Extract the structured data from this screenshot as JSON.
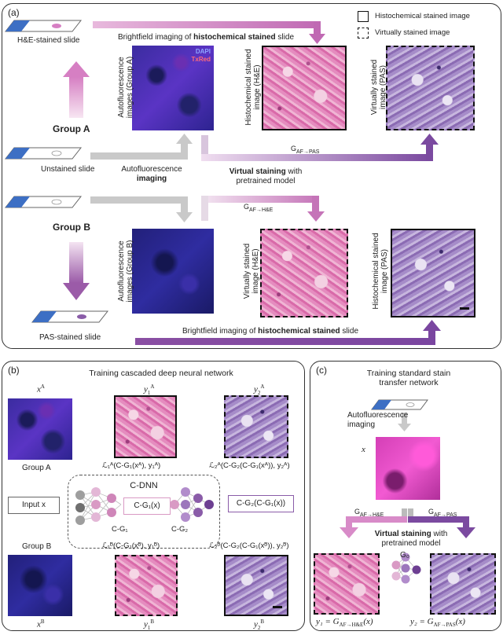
{
  "panel_a": {
    "label": "(a)",
    "slide_he": "H&E-stained slide",
    "slide_unstained": "Unstained slide",
    "slide_pas": "PAS-stained slide",
    "group_a": "Group A",
    "group_b": "Group B",
    "brightfield_top_prefix": "Brightfield imaging of ",
    "brightfield_top_bold": "histochemical stained",
    "brightfield_top_suffix": " slide",
    "brightfield_bottom_prefix": "Brightfield imaging of ",
    "brightfield_bottom_bold": "histochemical stained",
    "brightfield_bottom_suffix": " slide",
    "af_imaging_1": "Autofluorescence",
    "af_imaging_2": "imaging",
    "vs_bold": "Virtual staining",
    "vs_rest": " with",
    "vs_line2": "pretrained model",
    "g_af_pas": "G",
    "g_af_pas_sub": "AF→PAS",
    "g_af_he": "G",
    "g_af_he_sub": "AF→H&E",
    "af_img_a_label_1": "Autofluorescence",
    "af_img_a_label_2": "images (Group A)",
    "af_img_b_label_1": "Autofluorescence",
    "af_img_b_label_2": "images (Group B)",
    "hist_he_label_1": "Histochemical stained",
    "hist_he_label_2": "image (H&E)",
    "virt_pas_label_1": "Virtually stained",
    "virt_pas_label_2": "image (PAS)",
    "virt_he_label_1": "Virtually stained",
    "virt_he_label_2": "image (H&E)",
    "hist_pas_label_1": "Histochemical stained",
    "hist_pas_label_2": "image (PAS)",
    "channel_dapi": "DAPI",
    "channel_txred": "TxRed",
    "legend_solid": "Histochemical stained image",
    "legend_dashed": "Virtually stained image"
  },
  "panel_b": {
    "label": "(b)",
    "title": "Training cascaded deep neural network",
    "x_a": "x",
    "x_a_sup": "A",
    "x_b": "x",
    "x_b_sup": "B",
    "y1a": "y",
    "y1a_sub": "1",
    "y1a_sup": "A",
    "y2a": "y",
    "y2a_sub": "2",
    "y2a_sup": "A",
    "y1b": "y",
    "y1b_sub": "1",
    "y1b_sup": "B",
    "y2b": "y",
    "y2b_sub": "2",
    "y2b_sup": "B",
    "loss1a": "ℒ₁ᴬ(C-G₁(xᴬ), y₁ᴬ)",
    "loss2a": "ℒ₂ᴬ(C-G₂(C-G₁(xᴬ)), y₂ᴬ)",
    "loss1b": "ℒ₁ᴮ(C-G₁(xᴮ), y₁ᴮ)",
    "loss2b": "ℒ₂ᴮ(C-G₂(C-G₁(xᴮ)), y₂ᴮ)",
    "group_a": "Group A",
    "group_b": "Group B",
    "cdnn": "C-DNN",
    "input": "Input  x",
    "cg1x": "C-G₁(x)",
    "cg1": "C-G₁",
    "cg2": "C-G₂",
    "cg2x": "C-G₂(C-G₁(x))"
  },
  "panel_c": {
    "label": "(c)",
    "title_1": "Training standard stain",
    "title_2": "transfer network",
    "af_1": "Autofluorescence",
    "af_2": "imaging",
    "x": "x",
    "g_he": "G",
    "g_he_sub": "AF→H&E",
    "g_pas": "G",
    "g_pas_sub": "AF→PAS",
    "vs_bold": "Virtual staining",
    "vs_rest": " with",
    "vs_line2": "pretrained model",
    "g0": "G₀",
    "y1_eq": "y₁ = G",
    "y1_sub": "AF→H&E",
    "y1_tail": "(x)",
    "y2_eq": "y₂ = G",
    "y2_sub": "AF→PAS",
    "y2_tail": "(x)"
  },
  "colors": {
    "arrow_gray": "#bdbdbd",
    "arrow_purple": "#9b5ba8",
    "arrow_pink": "#d88bc8",
    "slide_blue": "#3d6fc4",
    "cg1_node": "#d99ac4",
    "cg2_node": "#8a5ca8"
  }
}
